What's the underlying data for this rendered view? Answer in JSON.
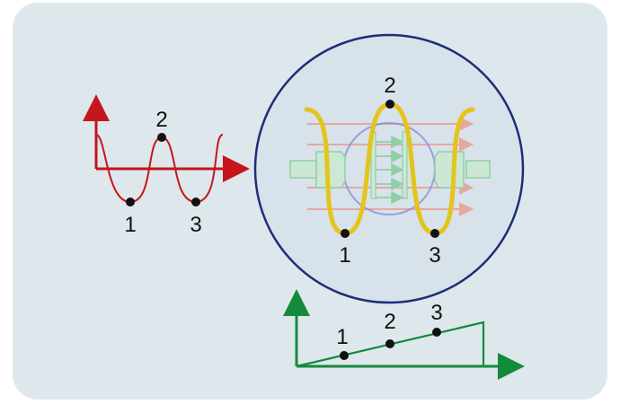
{
  "left_diagram": {
    "labels": [
      "1",
      "2",
      "3"
    ]
  },
  "circle_diagram": {
    "labels": [
      "1",
      "2",
      "3"
    ]
  },
  "bottom_diagram": {
    "labels": [
      "1",
      "2",
      "3"
    ]
  },
  "colors": {
    "panel_background": "#dde7ec",
    "red_wave": "#c4161c",
    "yellow_wave": "#e3c51b",
    "circle_border": "#1f2d78",
    "green_ramp": "#148a3c",
    "pink_arrows": "#e6a8a0",
    "green_plates": "#8fd0a7",
    "inner_circle": "#8a8fd6"
  }
}
